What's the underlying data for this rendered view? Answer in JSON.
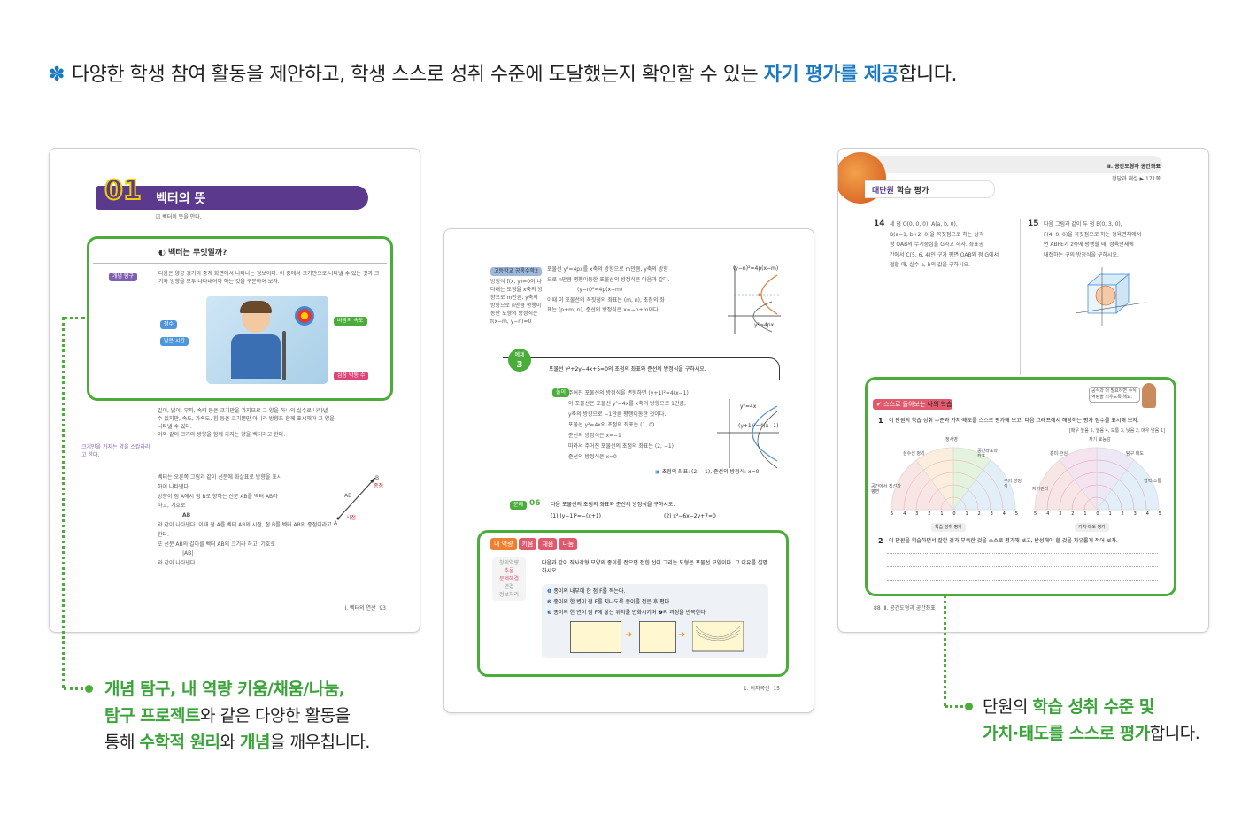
{
  "headline": {
    "icon": "flower-icon",
    "text_before": "다양한 학생 참여 활동을 제안하고, 학생 스스로 성취 수준에 도달했는지 확인할 수 있는 ",
    "text_highlight": "자기 평가를 제공",
    "text_after": "합니다.",
    "highlight_color": "#1a78c2"
  },
  "page1": {
    "section_number": "01",
    "section_title": "벡터의 뜻",
    "objective": "벡터의 뜻을 안다.",
    "box_heading": "벡터는 무엇일까?",
    "concept_tag": "개념 탐구",
    "concept_text": "다음은 양궁 경기의 중계 화면에서 나타나는 정보이다. 이 중에서 크기만으로 나타낼 수 있는 것과 크기와 방향을 모두 나타내어야 하는 것을 구분하여 보자.",
    "image_labels": [
      "점수",
      "남은 시간",
      "바람의 속도",
      "심장 박동 수"
    ],
    "body_lines": [
      "길이, 넓이, 부피, 속력 등은 크기만을 가지므로 그 양을 하나의 실수로 나타낼",
      "수 있지만, 속도, 가속도, 힘 등은 크기뿐만 아니라 방향도 함께 표시해야 그 양을",
      "나타낼 수 있다.",
      "이와 같이 크기와 방향을 함께 가지는 양을 벡터라고 한다."
    ],
    "side_note": "크기만을 가지는 양을 스칼라라고 한다.",
    "body_lines2": [
      "벡터는 오른쪽 그림과 같이 선분에 화살표로 방향을 표시",
      "하여 나타낸다.",
      "방향이 점 A에서 점 B로 향하는 선분 AB를 벡터 AB라",
      "하고, 기호로",
      "AB",
      "와 같이 나타낸다. 이때 점 A를 벡터 AB의 시점, 점 B를 벡터 AB의 종점이라고",
      "한다.",
      "또 선분 AB의 길이를 벡터 AB의 크기라 하고, 기호로",
      "|AB|",
      "와 같이 나타낸다."
    ],
    "diagram_labels": {
      "end": "종점",
      "start": "시점",
      "point_a": "A",
      "point_b": "B",
      "vector": "AB"
    },
    "footer": "Ⅰ. 벡터의 연산",
    "page_number": "93"
  },
  "page2": {
    "side_tag": "고등학교 공통수학2",
    "side_text": "방정식 f(x, y)=0이 나타내는 도형을 x축의 방향으로 m만큼, y축의 방향으로 n만큼 평행이동한 도형의 방정식은 f(x−m, y−n)=0",
    "intro_lines": [
      "포물선 y²=4px를 x축의 방향으로 m만큼, y축의 방향",
      "으로 n만큼 평행이동한 포물선의 방정식은 다음과 같다.",
      "(y−n)²=4p(x−m)",
      "이때 이 포물선의 꼭짓점의 좌표는 (m, n), 초점의 좌",
      "표는 (p+m, n), 준선의 방정식은 x=−p+m이다."
    ],
    "graph1_label": "(y−n)²=4p(x−m)",
    "graph1_label2": "y²=4px",
    "example_tag": "예제",
    "example_number": "3",
    "example_text": "포물선 y²+2y−4x+5=0의 초점의 좌표와 준선의 방정식을 구하시오.",
    "solution_tag": "풀이",
    "solution_lines": [
      "주어진 포물선의 방정식을 변형하면  (y+1)²=4(x−1)",
      "이 포물선은 포물선 y²=4x를 x축의 방향으로 1만큼,",
      "y축의 방향으로 −1만큼 평행이동한 것이다.",
      "포물선 y²=4x의 초점의 좌표는  (1, 0)",
      "준선의 방정식은  x=−1",
      "따라서 주어진 포물선의 초점의 좌표는  (2, −1)",
      "준선의 방정식은  x=0"
    ],
    "graph2_label": "(y+1)²=4(x−1)",
    "graph2_label2": "y²=4x",
    "answer": "초점의 좌표: (2, −1), 준선의 방정식: x=0",
    "problem_tag": "문제",
    "problem_number": "06",
    "problem_text": "다음 포물선의 초점의 좌표와 준선의 방정식을 구하시오.",
    "problem_items": [
      "(1) (y−1)²=−(x+1)",
      "(2) x²−6x−2y+7=0"
    ],
    "activity_tabs": [
      "내 역량",
      "키움",
      "채움",
      "나눔"
    ],
    "activity_side": [
      "창의역량",
      "추론",
      "문제해결",
      "연결",
      "정보처리"
    ],
    "activity_text": "다음과 같이 직사각형 모양의 종이를 접으면 접힌 선이 그리는 도형은 포물선 모양이다. 그 이유를 설명하시오.",
    "activity_steps": [
      "종이의 내부에 한 점 F를 찍는다.",
      "종이의 한 변이 점 F를 지나도록 종이를 접은 후 편다.",
      "종이의 한 변이 점 F에 닿는 위치를 변화시키며 ❷의 과정을 반복한다."
    ],
    "footer": "1. 이차곡선",
    "page_number": "15"
  },
  "page3": {
    "unit_title": "Ⅱ. 공간도형과 공간좌표",
    "answer_ref": "정답과 해설 ▶ 171쪽",
    "heading_tag": "대단원",
    "heading": "학습 평가",
    "q14_number": "14",
    "q14_lines": [
      "세 점 O(0, 0, 0), A(a, b, 0),",
      "B(a−1, b+2, 0)을 꼭짓점으로 하는 삼각",
      "형 OAB의 무게중심을 G라고 하자. 좌표공",
      "간에서 C(5, 6, 4)인 구가 평면 OAB와 점 G에서",
      "접할 때, 실수 a, b의 값을 구하시오."
    ],
    "q15_number": "15",
    "q15_lines": [
      "다음 그림과 같이 두 점 E(0, 3, 0),",
      "F(4, 0, 0)을 꼭짓점으로 하는 정육면체에서",
      "면 ABFE가 z축에 평행할 때, 정육면체에",
      "내접하는 구의 방정식을 구하시오."
    ],
    "self_tag": "스스로 돌아보는",
    "self_title": "나의 학습",
    "bubble_text": "공식과 더 필요하면 수식 역량을 키우도록 해요.",
    "item1_number": "1",
    "item1_text": "이 단원의 학습 성취 수준과 가치·태도를 스스로 평가해 보고, 다음 그래프에서 해당하는 평가 점수를 표시해 보자.",
    "item1_note": "[매우 높음 5, 높음 4, 보통 3, 낮음 2, 매우 낮음 1]",
    "chart1_labels": [
      "공간에서 직선과 평면",
      "삼수선 정리",
      "정사영",
      "공간좌표와 좌표",
      "구의 방정식"
    ],
    "chart1_caption": "학습 성취 평가",
    "chart2_labels": [
      "자기관리",
      "흥미·관심",
      "자기 효능감",
      "탐구 태도",
      "협력·소통"
    ],
    "chart2_caption": "가치·태도 평가",
    "scale_ticks": [
      "5",
      "4",
      "3",
      "2",
      "1",
      "0",
      "1",
      "2",
      "3",
      "4",
      "5"
    ],
    "item2_number": "2",
    "item2_text": "이 단원을 학습하면서 잘한 것과 부족한 것을 스스로 평가해 보고, 반성해야 할 것을 자유롭게 적어 보자.",
    "footer": "Ⅱ. 공간도형과 공간좌표",
    "page_number": "88"
  },
  "callout_left": {
    "line1_g": "개념 탐구, 내 역량 키움/채움/나눔,",
    "line2_g": "탐구 프로젝트",
    "line2_rest": "와 같은 다양한 활동을",
    "line3_pre": "통해 ",
    "line3_g1": "수학적 원리",
    "line3_mid": "와 ",
    "line3_g2": "개념",
    "line3_rest": "을 깨우칩니다."
  },
  "callout_right": {
    "line1_pre": "단원의 ",
    "line1_g": "학습 성취 수준 및",
    "line2_g": "가치·태도를 스스로 평가",
    "line2_rest": "합니다."
  },
  "colors": {
    "accent_green": "#4aad3a",
    "accent_blue": "#1a78c2",
    "section_purple": "#5b3a8e",
    "title_yellow": "#f0d000"
  }
}
